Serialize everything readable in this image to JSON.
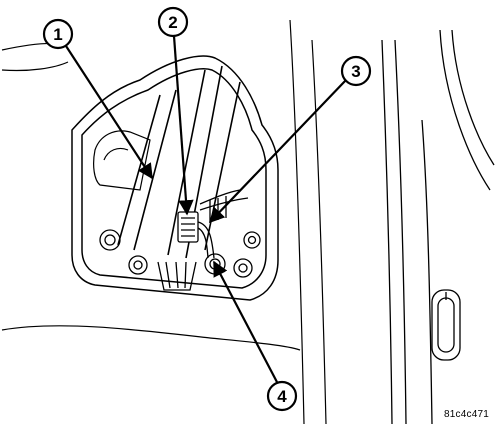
{
  "callouts": [
    {
      "label": "1"
    },
    {
      "label": "2"
    },
    {
      "label": "3"
    },
    {
      "label": "4"
    }
  ],
  "reference_code": "81c4c471"
}
